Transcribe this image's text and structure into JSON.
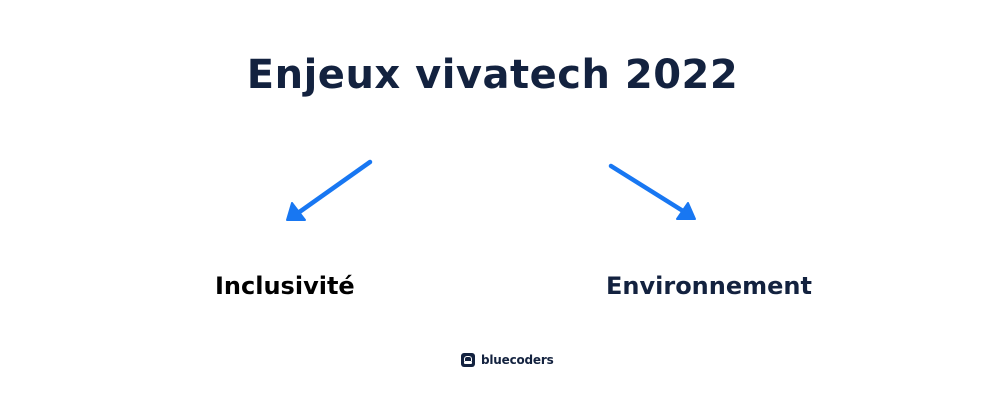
{
  "title": "Enjeux vivatech 2022",
  "branches": [
    {
      "label": "Inclusivité"
    },
    {
      "label": "Environnement"
    }
  ],
  "logo": {
    "text": "bluecoders"
  },
  "colors": {
    "title": "#13223f",
    "arrow": "#1877f2",
    "label_left": "#000000",
    "label_right": "#13223f"
  }
}
